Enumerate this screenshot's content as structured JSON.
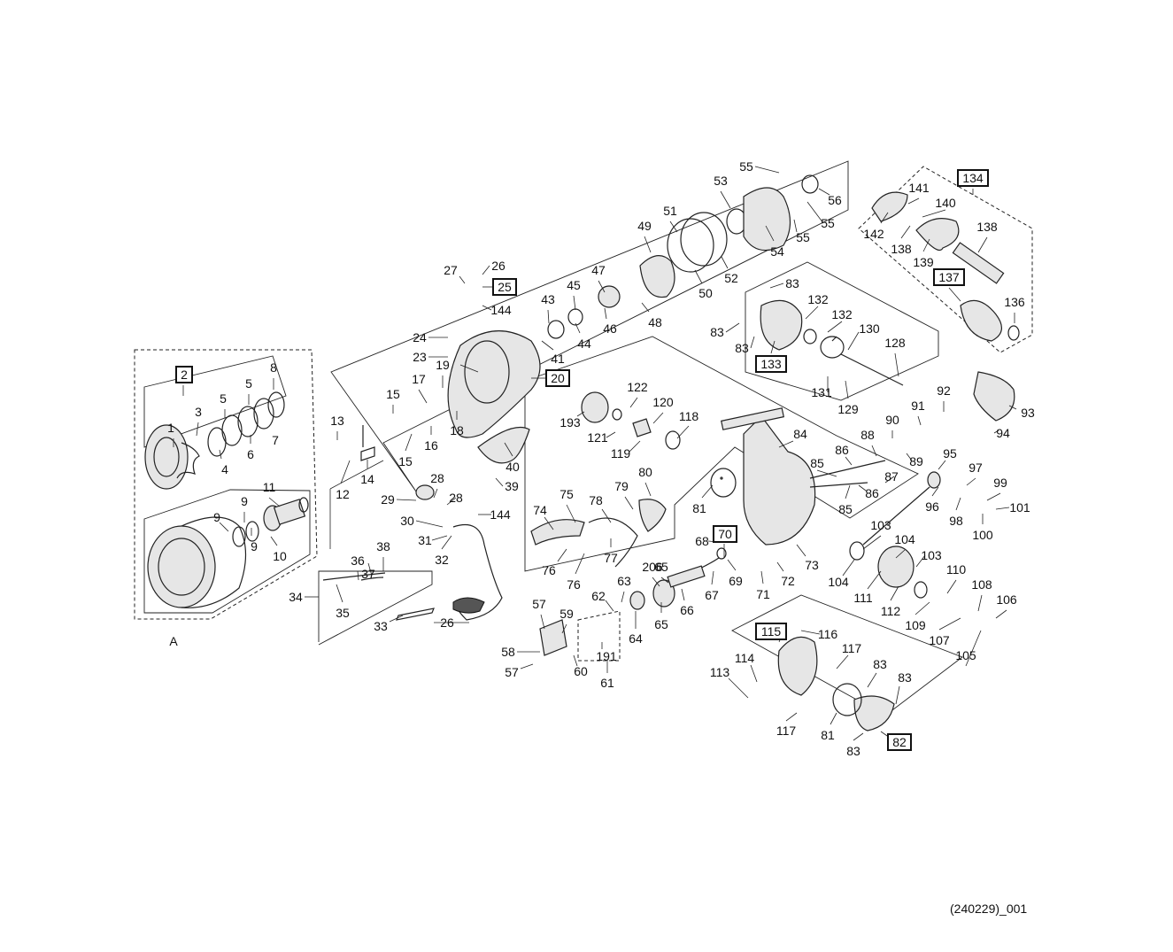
{
  "footer_code": "(240229)_001",
  "group_label": "A",
  "callouts": [
    {
      "text": "2",
      "boxed": true
    },
    {
      "text": "1"
    },
    {
      "text": "3"
    },
    {
      "text": "4"
    },
    {
      "text": "5"
    },
    {
      "text": "5"
    },
    {
      "text": "6"
    },
    {
      "text": "7"
    },
    {
      "text": "8"
    },
    {
      "text": "9"
    },
    {
      "text": "9"
    },
    {
      "text": "9"
    },
    {
      "text": "10"
    },
    {
      "text": "11"
    },
    {
      "text": "12"
    },
    {
      "text": "13"
    },
    {
      "text": "14"
    },
    {
      "text": "15"
    },
    {
      "text": "15"
    },
    {
      "text": "16"
    },
    {
      "text": "17"
    },
    {
      "text": "18"
    },
    {
      "text": "19"
    },
    {
      "text": "20",
      "boxed": true
    },
    {
      "text": "23"
    },
    {
      "text": "24"
    },
    {
      "text": "25",
      "boxed": true
    },
    {
      "text": "26"
    },
    {
      "text": "26"
    },
    {
      "text": "27"
    },
    {
      "text": "28"
    },
    {
      "text": "28"
    },
    {
      "text": "29"
    },
    {
      "text": "30"
    },
    {
      "text": "31"
    },
    {
      "text": "32"
    },
    {
      "text": "33"
    },
    {
      "text": "34"
    },
    {
      "text": "35"
    },
    {
      "text": "36"
    },
    {
      "text": "37"
    },
    {
      "text": "38"
    },
    {
      "text": "39"
    },
    {
      "text": "40"
    },
    {
      "text": "41"
    },
    {
      "text": "43"
    },
    {
      "text": "44"
    },
    {
      "text": "45"
    },
    {
      "text": "46"
    },
    {
      "text": "47"
    },
    {
      "text": "48"
    },
    {
      "text": "49"
    },
    {
      "text": "50"
    },
    {
      "text": "51"
    },
    {
      "text": "52"
    },
    {
      "text": "53"
    },
    {
      "text": "54"
    },
    {
      "text": "55"
    },
    {
      "text": "55"
    },
    {
      "text": "55"
    },
    {
      "text": "56"
    },
    {
      "text": "57"
    },
    {
      "text": "57"
    },
    {
      "text": "58"
    },
    {
      "text": "59"
    },
    {
      "text": "60"
    },
    {
      "text": "61"
    },
    {
      "text": "62"
    },
    {
      "text": "63"
    },
    {
      "text": "64"
    },
    {
      "text": "65"
    },
    {
      "text": "65"
    },
    {
      "text": "66"
    },
    {
      "text": "67"
    },
    {
      "text": "68"
    },
    {
      "text": "69"
    },
    {
      "text": "70",
      "boxed": true
    },
    {
      "text": "71"
    },
    {
      "text": "72"
    },
    {
      "text": "73"
    },
    {
      "text": "74"
    },
    {
      "text": "75"
    },
    {
      "text": "76"
    },
    {
      "text": "76"
    },
    {
      "text": "77"
    },
    {
      "text": "78"
    },
    {
      "text": "79"
    },
    {
      "text": "80"
    },
    {
      "text": "81"
    },
    {
      "text": "81"
    },
    {
      "text": "82",
      "boxed": true
    },
    {
      "text": "83"
    },
    {
      "text": "83"
    },
    {
      "text": "83"
    },
    {
      "text": "83"
    },
    {
      "text": "83"
    },
    {
      "text": "83"
    },
    {
      "text": "84"
    },
    {
      "text": "85"
    },
    {
      "text": "85"
    },
    {
      "text": "86"
    },
    {
      "text": "86"
    },
    {
      "text": "87"
    },
    {
      "text": "88"
    },
    {
      "text": "89"
    },
    {
      "text": "90"
    },
    {
      "text": "91"
    },
    {
      "text": "92"
    },
    {
      "text": "93"
    },
    {
      "text": "94"
    },
    {
      "text": "95"
    },
    {
      "text": "96"
    },
    {
      "text": "97"
    },
    {
      "text": "98"
    },
    {
      "text": "99"
    },
    {
      "text": "100"
    },
    {
      "text": "101"
    },
    {
      "text": "103"
    },
    {
      "text": "103"
    },
    {
      "text": "104"
    },
    {
      "text": "104"
    },
    {
      "text": "105"
    },
    {
      "text": "106"
    },
    {
      "text": "107"
    },
    {
      "text": "108"
    },
    {
      "text": "109"
    },
    {
      "text": "110"
    },
    {
      "text": "111"
    },
    {
      "text": "112"
    },
    {
      "text": "113"
    },
    {
      "text": "114"
    },
    {
      "text": "115",
      "boxed": true
    },
    {
      "text": "116"
    },
    {
      "text": "117"
    },
    {
      "text": "117"
    },
    {
      "text": "118"
    },
    {
      "text": "119"
    },
    {
      "text": "120"
    },
    {
      "text": "121"
    },
    {
      "text": "122"
    },
    {
      "text": "128"
    },
    {
      "text": "129"
    },
    {
      "text": "130"
    },
    {
      "text": "131"
    },
    {
      "text": "132"
    },
    {
      "text": "132"
    },
    {
      "text": "133",
      "boxed": true
    },
    {
      "text": "134",
      "boxed": true
    },
    {
      "text": "136"
    },
    {
      "text": "137",
      "boxed": true
    },
    {
      "text": "138"
    },
    {
      "text": "138"
    },
    {
      "text": "139"
    },
    {
      "text": "140"
    },
    {
      "text": "141"
    },
    {
      "text": "142"
    },
    {
      "text": "144"
    },
    {
      "text": "144"
    },
    {
      "text": "191"
    },
    {
      "text": "193"
    },
    {
      "text": "206"
    }
  ]
}
